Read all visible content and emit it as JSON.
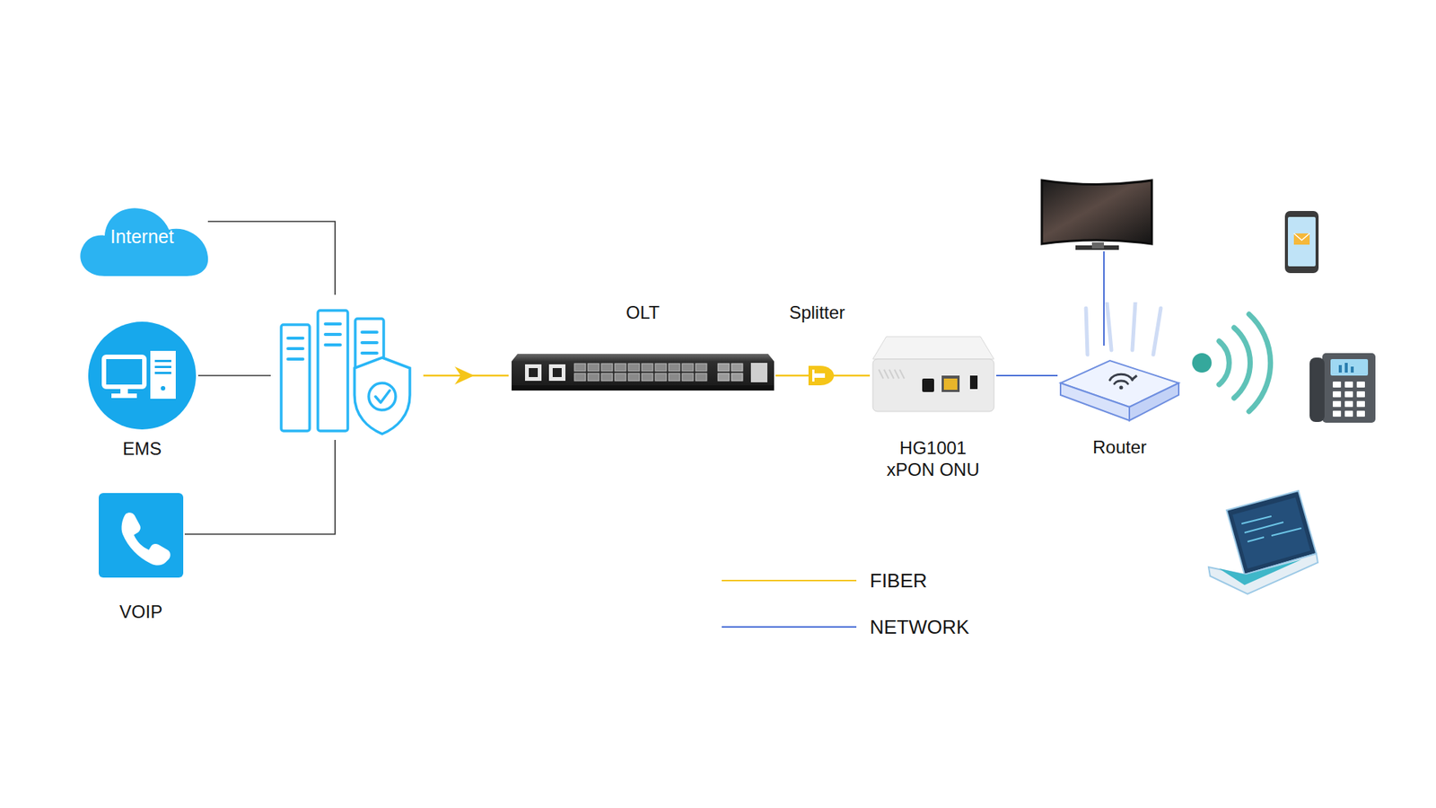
{
  "diagram": {
    "nodes": [
      {
        "text": [
          "Internet"
        ]
      },
      {
        "text": [
          "EMS"
        ]
      },
      {
        "text": [
          "VOIP"
        ]
      },
      {
        "text": [
          "OLT"
        ]
      },
      {
        "text": [
          "Splitter"
        ]
      },
      {
        "text": [
          "HG1001 xPON ONU"
        ]
      },
      {
        "text": [
          "Router"
        ]
      }
    ],
    "edges": [
      {
        "from": 3,
        "to": 4,
        "arrow": "none"
      },
      {
        "from": 4,
        "to": 5,
        "arrow": "none"
      },
      {
        "from": 5,
        "to": 6,
        "arrow": "none"
      }
    ],
    "legend": [
      {
        "text": "FIBER"
      },
      {
        "text": "NETWORK"
      }
    ]
  }
}
